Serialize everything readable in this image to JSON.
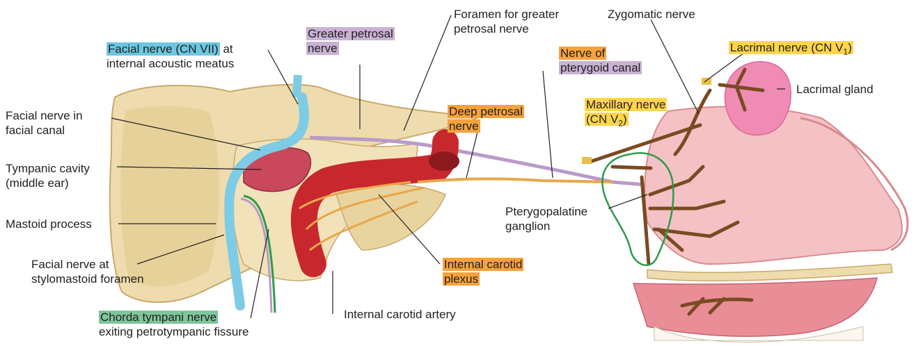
{
  "colors": {
    "bone": "#eedcae",
    "bone_dark": "#d6b878",
    "facial_nerve": "#7ecbe6",
    "petrosal_purple": "#b99ac8",
    "deep_petrosal_orange": "#e9a64a",
    "artery_red": "#c8282d",
    "nerve_brown": "#7a4a22",
    "nasal_pink": "#f4c2c4",
    "lacrimal_gland": "#f08cb4",
    "ganglion_outline": "#2e9a49"
  },
  "labels": {
    "facial_meatus_hl": "Facial nerve (CN VII)",
    "facial_meatus_1": "at",
    "facial_meatus_2": "internal acoustic meatus",
    "greater_petrosal_1": "Greater petrosal",
    "greater_petrosal_2": "nerve",
    "foramen_1": "Foramen for greater",
    "foramen_2": "petrosal nerve",
    "zygomatic": "Zygomatic nerve",
    "nerve_ptery_1": "Nerve of",
    "nerve_ptery_2": "pterygoid canal",
    "lacrimal_nerve": "Lacrimal nerve (CN V",
    "lacrimal_nerve_sub": "1",
    "lacrimal_nerve_close": ")",
    "lacrimal_gland": "Lacrimal gland",
    "maxillary_1": "Maxillary nerve",
    "maxillary_2": "(CN V",
    "maxillary_sub": "2",
    "maxillary_close": ")",
    "deep_petrosal_1": "Deep petrosal",
    "deep_petrosal_2": "nerve",
    "facial_canal_1": "Facial nerve in",
    "facial_canal_2": "facial canal",
    "tympanic_1": "Tympanic cavity",
    "tympanic_2": "(middle ear)",
    "mastoid": "Mastoid process",
    "stylomastoid_1": "Facial nerve at",
    "stylomastoid_2": "stylomastoid foramen",
    "pterygopalatine_1": "Pterygopalatine",
    "pterygopalatine_2": "ganglion",
    "icp_1": "Internal carotid",
    "icp_2": "plexus",
    "ica": "Internal carotid artery",
    "chorda_hl": "Chorda tympani nerve",
    "chorda_2": "exiting petrotympanic fissure"
  }
}
